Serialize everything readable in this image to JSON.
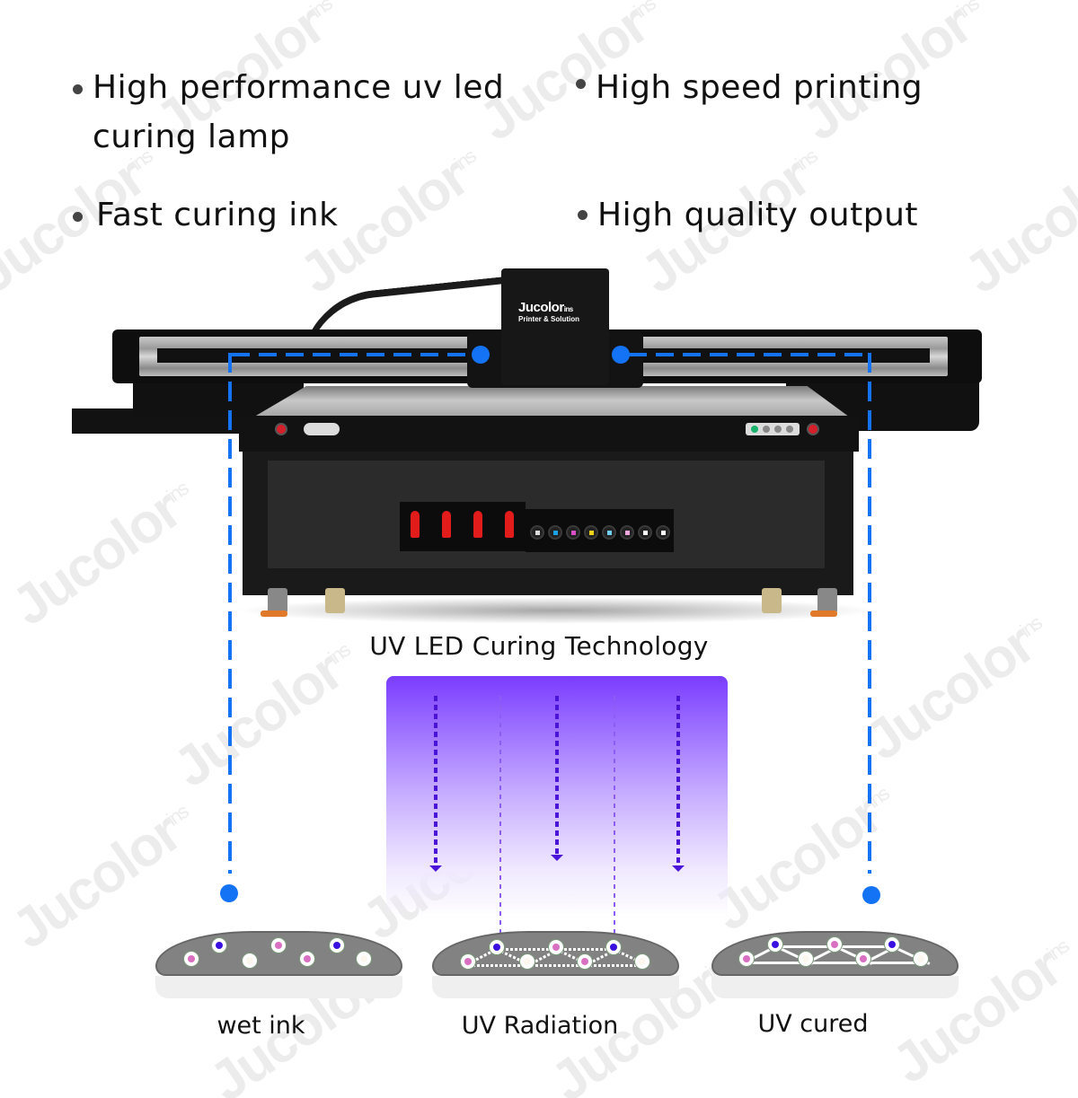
{
  "features": [
    {
      "lines": [
        "High performance uv led",
        "curing lamp"
      ]
    },
    {
      "lines": [
        "High speed printing"
      ]
    },
    {
      "lines": [
        "Fast curing ink"
      ]
    },
    {
      "lines": [
        "High quality output"
      ]
    }
  ],
  "printer": {
    "brand_name": "Jucolor",
    "brand_suffix": "ins",
    "brand_tagline": "Printer & Solution",
    "ink_colors": [
      "#222222",
      "#1aa3e8",
      "#d94fc8",
      "#f0d21a",
      "#6fd0f2",
      "#f0a6df",
      "#ffffff",
      "#ffffff"
    ],
    "valve_color": "#e21b1b"
  },
  "diagram": {
    "title": "UV LED Curing Technology",
    "uv_color": "#7b3cff",
    "indicator_color": "#1473f5",
    "stages": [
      {
        "label": "wet ink"
      },
      {
        "label": "UV Radiation"
      },
      {
        "label": "UV cured"
      }
    ],
    "molecule_colors": {
      "blue": "#3a10e0",
      "pink": "#d86fc0",
      "white": "#fbf7ee"
    }
  },
  "watermark": {
    "text": "Jucolor",
    "suffix": "ins"
  }
}
